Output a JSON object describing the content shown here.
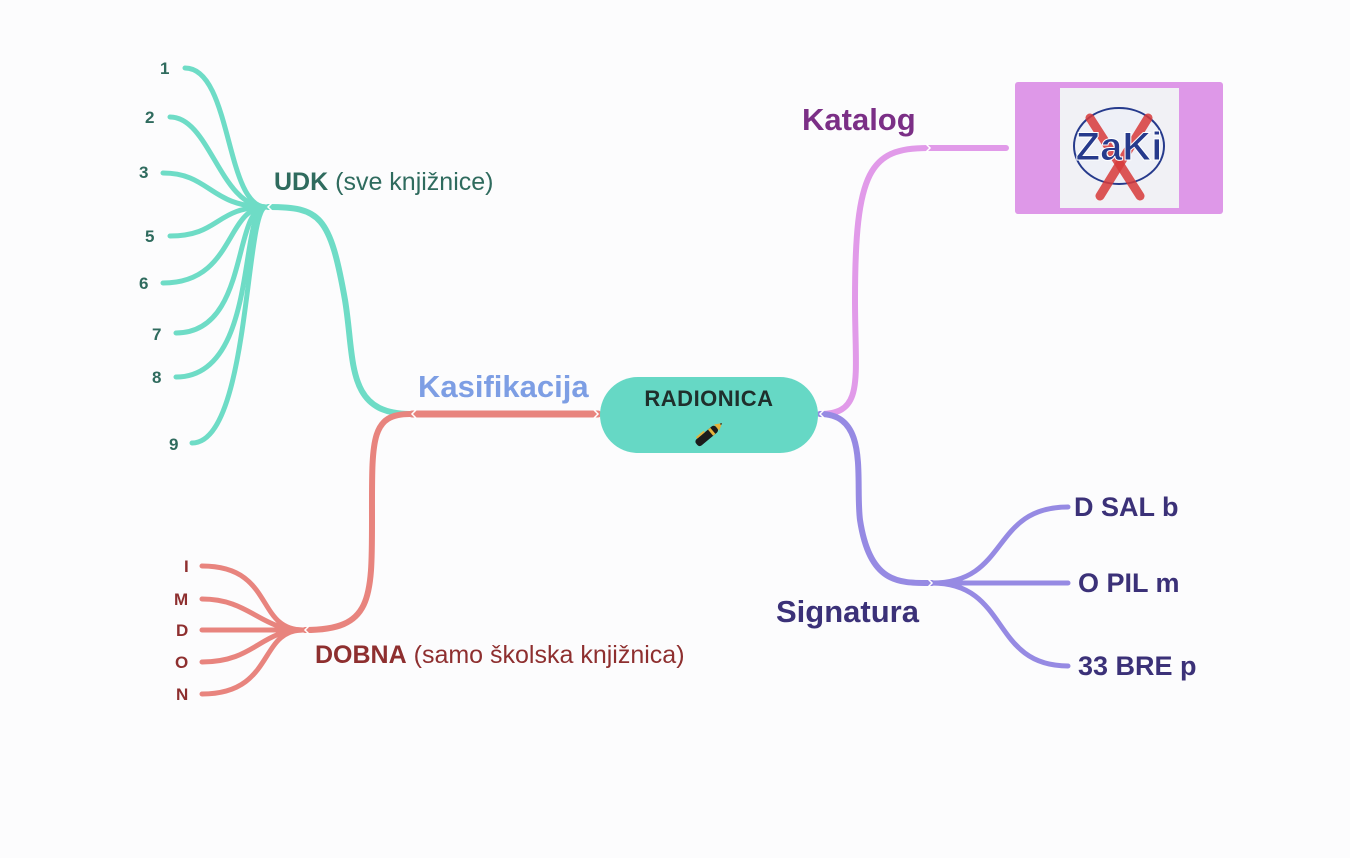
{
  "center": {
    "label": "RADIONICA",
    "icon": "pen-icon"
  },
  "klasifikacija": {
    "label": "Kasifikacija",
    "color": "#e8847e",
    "udk": {
      "title": "UDK",
      "note": "(sve knjižnice)",
      "color": "#6edcc6",
      "leaves": [
        "1",
        "2",
        "3",
        "5",
        "6",
        "7",
        "8",
        "9"
      ]
    },
    "dobna": {
      "title": "DOBNA",
      "note": "(samo školska knjižnica)",
      "color": "#e8847e",
      "leaves": [
        "I",
        "M",
        "D",
        "O",
        "N"
      ]
    }
  },
  "katalog": {
    "label": "Katalog",
    "color": "#e19ae9",
    "image": {
      "caption": "ZaKi",
      "icon": "zaki-logo"
    }
  },
  "signatura": {
    "label": "Signatura",
    "color": "#968ae3",
    "leaves": [
      "D SAL b",
      "O PIL m",
      "33 BRE p"
    ]
  }
}
